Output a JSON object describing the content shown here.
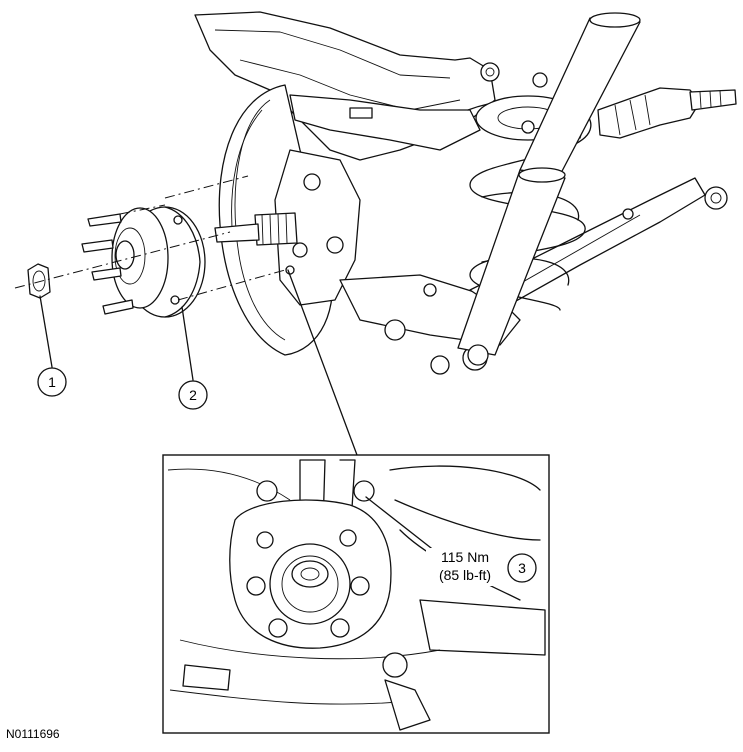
{
  "callouts": [
    {
      "id": "1",
      "label": "1"
    },
    {
      "id": "2",
      "label": "2"
    },
    {
      "id": "3",
      "label": "3"
    }
  ],
  "torque": {
    "metric": "115 Nm",
    "imperial": "(85 lb-ft)"
  },
  "figure_id": "N0111696",
  "colors": {
    "line": "#111111",
    "background": "#ffffff"
  }
}
